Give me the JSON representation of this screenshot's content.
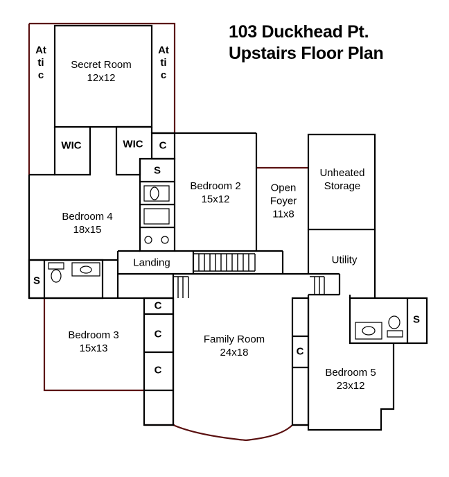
{
  "title": {
    "line1": "103 Duckhead Pt.",
    "line2": "Upstairs Floor Plan"
  },
  "rooms": {
    "secret_room": {
      "name": "Secret Room",
      "size": "12x12"
    },
    "bedroom4": {
      "name": "Bedroom 4",
      "size": "18x15"
    },
    "bedroom2": {
      "name": "Bedroom 2",
      "size": "15x12"
    },
    "open_foyer": {
      "line1": "Open",
      "line2": "Foyer",
      "size": "11x8"
    },
    "unheated_storage": {
      "line1": "Unheated",
      "line2": "Storage"
    },
    "utility": {
      "name": "Utility"
    },
    "landing": {
      "name": "Landing"
    },
    "bedroom3": {
      "name": "Bedroom 3",
      "size": "15x13"
    },
    "family_room": {
      "name": "Family Room",
      "size": "24x18"
    },
    "bedroom5": {
      "name": "Bedroom 5",
      "size": "23x12"
    }
  },
  "small_labels": {
    "attic": "Attic",
    "wic": "WIC",
    "closet": "C",
    "shower": "S"
  },
  "colors": {
    "wall": "#000000",
    "exterior_wall": "#5a1010"
  }
}
